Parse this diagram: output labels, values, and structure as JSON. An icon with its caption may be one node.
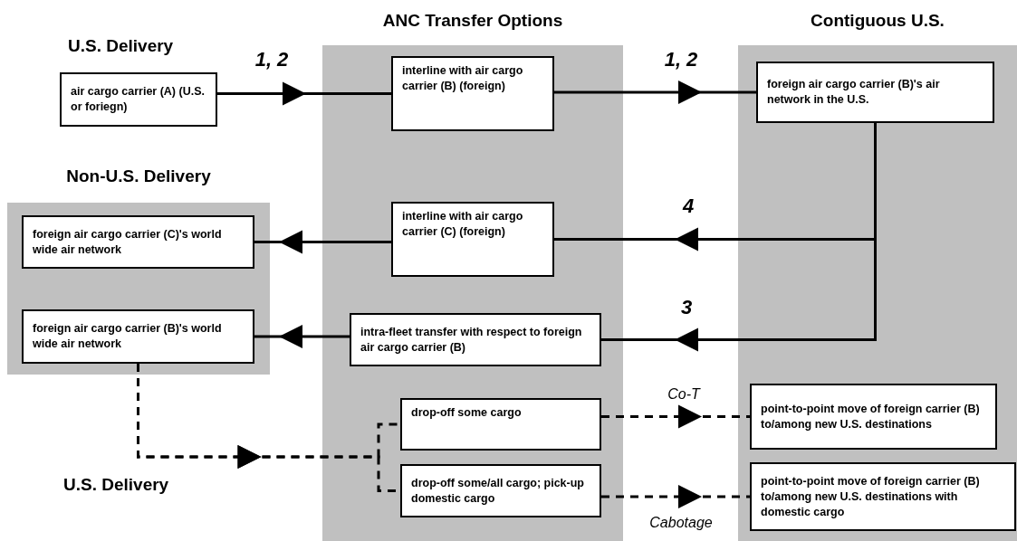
{
  "diagram": {
    "nodes": [
      {
        "text": [
          "ANC Transfer Options"
        ]
      },
      {
        "text": [
          "Contiguous U.S."
        ]
      },
      {
        "text": [
          "Non-U.S. Delivery"
        ]
      },
      {
        "text": [
          "air cargo carrier (A) (U.S. or foriegn)"
        ]
      },
      {
        "text": [
          "interline with air cargo carrier (B) (foreign)"
        ],
        "in": 0
      },
      {
        "text": [
          "foreign air cargo carrier (B)'s air network in the U.S."
        ],
        "in": 1
      },
      {
        "text": [
          "foreign air cargo carrier (C)'s world wide air network"
        ],
        "in": 2
      },
      {
        "text": [
          "interline with air cargo carrier (C) (foreign)"
        ],
        "in": 0
      },
      {
        "text": [
          "foreign air cargo carrier (B)'s world wide air network"
        ],
        "in": 2
      },
      {
        "text": [
          "intra-fleet transfer with respect to foreign air cargo carrier (B)"
        ],
        "in": 0
      },
      {
        "text": [
          "drop-off some cargo"
        ],
        "in": 0
      },
      {
        "text": [
          "drop-off some/all cargo; pick-up domestic cargo"
        ],
        "in": 0
      },
      {
        "text": [
          "point-to-point move of foreign carrier (B) to/among new U.S. destinations"
        ],
        "in": 1
      },
      {
        "text": [
          "point-to-point move of foreign carrier (B) to/among new U.S. destinations with domestic cargo"
        ],
        "in": 1
      }
    ],
    "edges": [
      {
        "from": 3,
        "to": 4,
        "arrow": "to",
        "label": "1, 2"
      },
      {
        "from": 4,
        "to": 5,
        "arrow": "to",
        "label": "1, 2"
      },
      {
        "from": 5,
        "to": 7,
        "arrow": "to",
        "label": "4"
      },
      {
        "from": 5,
        "to": 9,
        "arrow": "to",
        "label": "3"
      },
      {
        "from": 7,
        "to": 6,
        "arrow": "to"
      },
      {
        "from": 9,
        "to": 8,
        "arrow": "to"
      },
      {
        "from": 8,
        "to": 10,
        "arrow": "to",
        "style": "dashed"
      },
      {
        "from": 8,
        "to": 11,
        "arrow": "to",
        "style": "dashed"
      },
      {
        "from": 10,
        "to": 12,
        "arrow": "to",
        "style": "dashed",
        "label": "Co-T"
      },
      {
        "from": 11,
        "to": 13,
        "arrow": "to",
        "style": "dashed",
        "label": "Cabotage"
      }
    ],
    "labels": [
      "U.S. Delivery",
      "U.S. Delivery"
    ]
  }
}
